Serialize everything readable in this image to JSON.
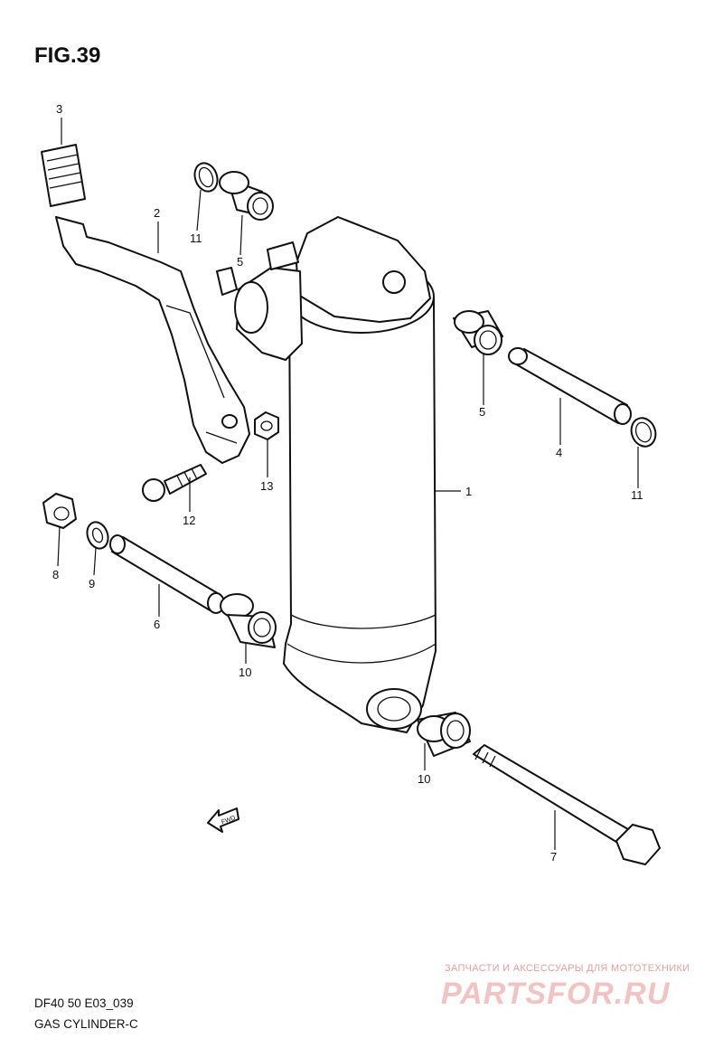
{
  "figure": {
    "title": "FIG.39",
    "code": "DF40 50 E03_039",
    "caption": "GAS CYLINDER-C",
    "fwd_label": "FWD"
  },
  "callouts": {
    "c1": "1",
    "c2": "2",
    "c3": "3",
    "c4": "4",
    "c5a": "5",
    "c5b": "5",
    "c6": "6",
    "c7": "7",
    "c8": "8",
    "c9": "9",
    "c10a": "10",
    "c10b": "10",
    "c11a": "11",
    "c11b": "11",
    "c12": "12",
    "c13": "13"
  },
  "watermark": {
    "top_line": "ЗАПЧАСТИ И АКСЕССУАРЫ ДЛЯ МОТОТЕХНИКИ",
    "logo": "PARTSFOR.RU"
  }
}
